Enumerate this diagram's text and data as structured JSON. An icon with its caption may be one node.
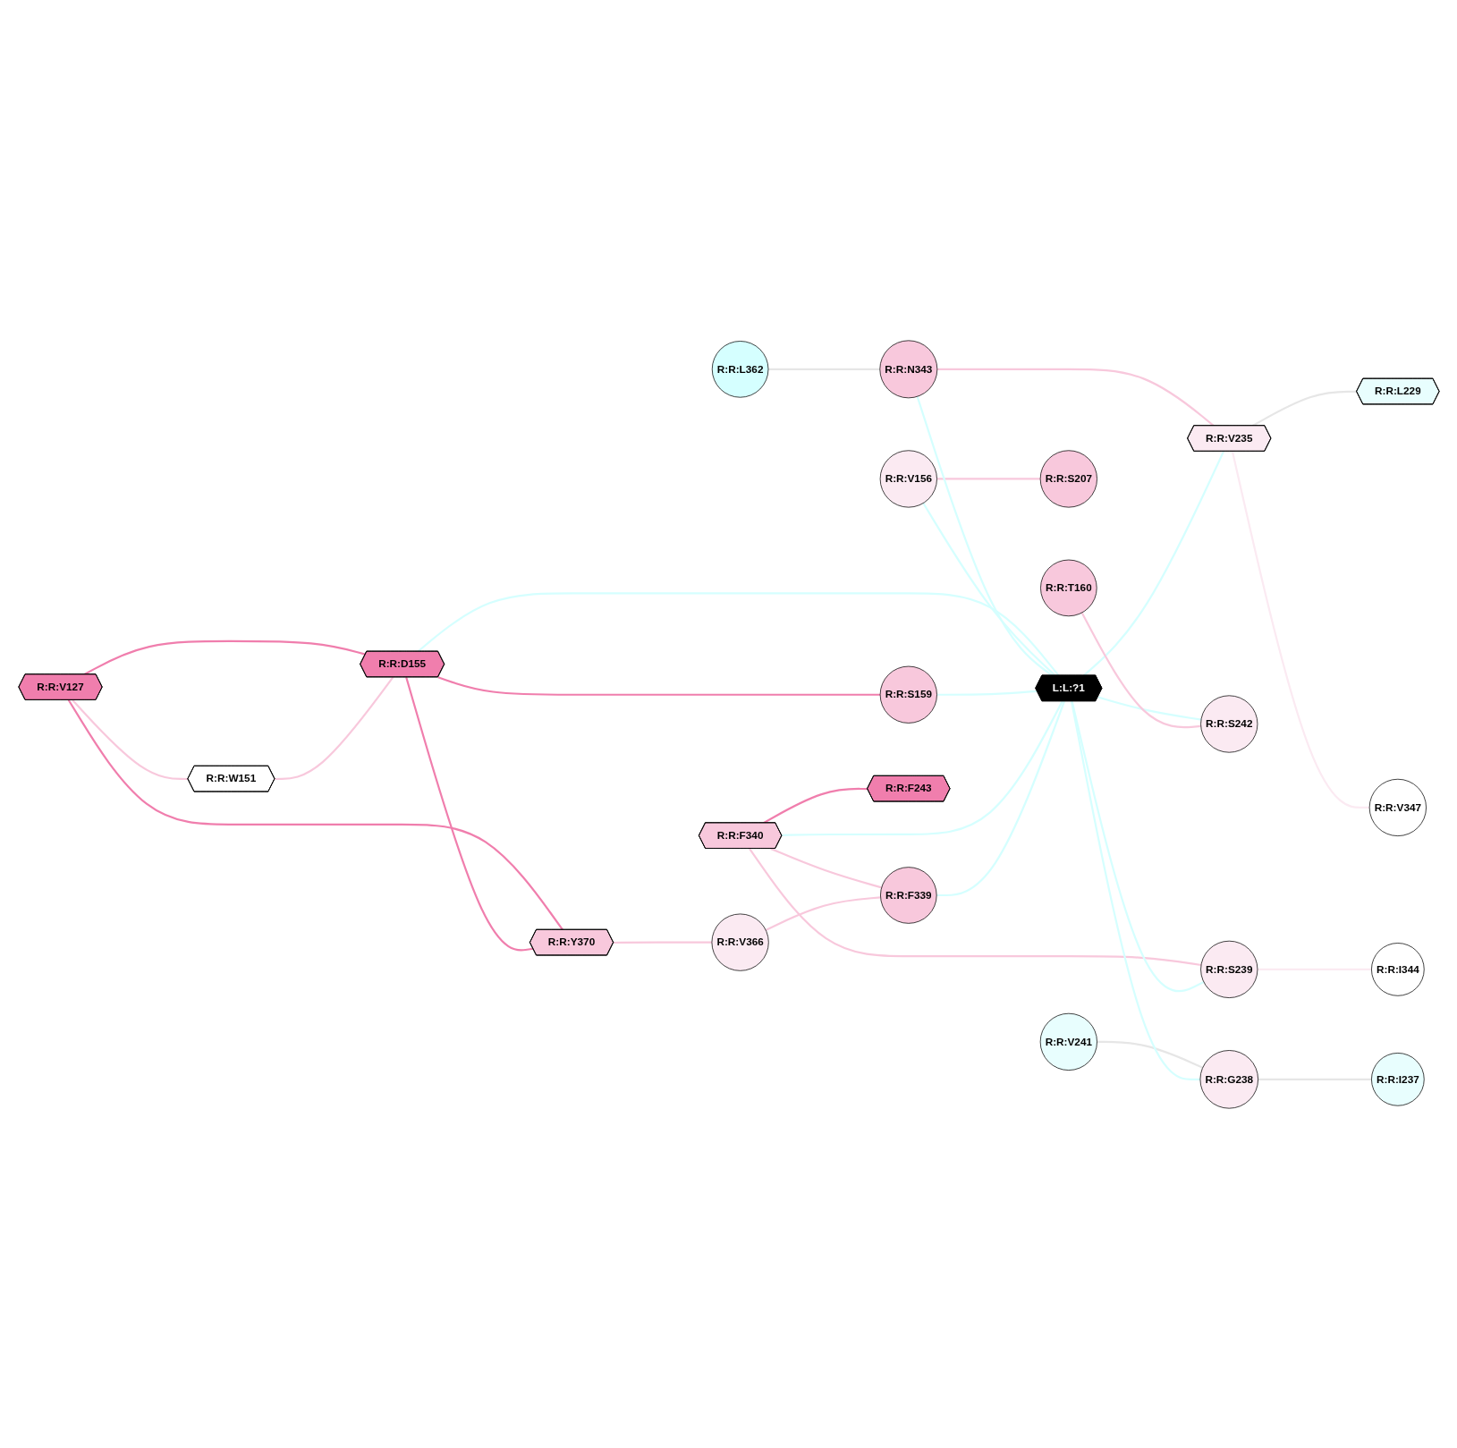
{
  "diagram": {
    "nodes": [
      {
        "text": [
          "R:R:V127"
        ]
      },
      {
        "text": [
          "R:R:V241"
        ]
      },
      {
        "text": [
          "R:R:W151"
        ]
      },
      {
        "text": [
          "R:R:L362"
        ]
      },
      {
        "text": [
          "R:R:D155"
        ]
      },
      {
        "text": [
          "R:R:Y370"
        ]
      },
      {
        "text": [
          "R:R:N343"
        ]
      },
      {
        "text": [
          "R:R:V156"
        ]
      },
      {
        "text": [
          "R:R:S159"
        ]
      },
      {
        "text": [
          "R:R:F340"
        ]
      },
      {
        "text": [
          "R:R:V366"
        ]
      },
      {
        "text": [
          "R:R:S207"
        ]
      },
      {
        "text": [
          "L:L:?1"
        ]
      },
      {
        "text": [
          "R:R:F339"
        ]
      },
      {
        "text": [
          "R:R:V235"
        ]
      },
      {
        "text": [
          "R:R:F243"
        ]
      },
      {
        "text": [
          "R:R:T160"
        ]
      },
      {
        "text": [
          "R:R:S242"
        ]
      },
      {
        "text": [
          "R:R:G238"
        ]
      },
      {
        "text": [
          "R:R:S239"
        ]
      },
      {
        "text": [
          "R:R:I344"
        ]
      },
      {
        "text": [
          "R:R:L229"
        ]
      },
      {
        "text": [
          "R:R:I237"
        ]
      },
      {
        "text": [
          "R:R:V347"
        ]
      }
    ],
    "edges": [
      {
        "from": 0,
        "to": 2,
        "arrow": "none",
        "color": "#f8c8dc"
      },
      {
        "from": 0,
        "to": 4,
        "arrow": "none",
        "color": "#f07ead"
      },
      {
        "from": 0,
        "to": 5,
        "arrow": "none",
        "color": "#f07ead"
      },
      {
        "from": 2,
        "to": 4,
        "arrow": "none",
        "color": "#f8c8dc"
      },
      {
        "from": 4,
        "to": 5,
        "arrow": "none",
        "color": "#f07ead"
      },
      {
        "from": 4,
        "to": 8,
        "arrow": "none",
        "color": "#f07ead"
      },
      {
        "from": 4,
        "to": 12,
        "arrow": "none",
        "color": "#d5ffff"
      },
      {
        "from": 5,
        "to": 10,
        "arrow": "none",
        "color": "#f8c8dc"
      },
      {
        "from": 7,
        "to": 11,
        "arrow": "none",
        "color": "#f8c8dc"
      },
      {
        "from": 7,
        "to": 12,
        "arrow": "none",
        "color": "#d5ffff"
      },
      {
        "from": 1,
        "to": 18,
        "arrow": "none",
        "color": "#e6e6e6"
      },
      {
        "from": 3,
        "to": 6,
        "arrow": "none",
        "color": "#e6e6e6"
      },
      {
        "from": 6,
        "to": 12,
        "arrow": "none",
        "color": "#d5ffff"
      },
      {
        "from": 6,
        "to": 14,
        "arrow": "none",
        "color": "#f8c8dc"
      },
      {
        "from": 8,
        "to": 12,
        "arrow": "none",
        "color": "#d5ffff"
      },
      {
        "from": 9,
        "to": 12,
        "arrow": "none",
        "color": "#d5ffff"
      },
      {
        "from": 9,
        "to": 13,
        "arrow": "none",
        "color": "#f8c8dc"
      },
      {
        "from": 9,
        "to": 15,
        "arrow": "none",
        "color": "#f07ead"
      },
      {
        "from": 9,
        "to": 19,
        "arrow": "none",
        "color": "#f8c8dc"
      },
      {
        "from": 10,
        "to": 13,
        "arrow": "none",
        "color": "#f8c8dc"
      },
      {
        "from": 12,
        "to": 13,
        "arrow": "none",
        "color": "#d5ffff"
      },
      {
        "from": 12,
        "to": 14,
        "arrow": "none",
        "color": "#d5ffff"
      },
      {
        "from": 12,
        "to": 17,
        "arrow": "none",
        "color": "#d5ffff"
      },
      {
        "from": 12,
        "to": 19,
        "arrow": "none",
        "color": "#d5ffff"
      },
      {
        "from": 12,
        "to": 18,
        "arrow": "none",
        "color": "#d5ffff"
      },
      {
        "from": 14,
        "to": 21,
        "arrow": "none",
        "color": "#e6e6e6"
      },
      {
        "from": 14,
        "to": 23,
        "arrow": "none",
        "color": "#fbeaf2"
      },
      {
        "from": 16,
        "to": 17,
        "arrow": "none",
        "color": "#f8c8dc"
      },
      {
        "from": 19,
        "to": 20,
        "arrow": "none",
        "color": "#fbeaf2"
      },
      {
        "from": 18,
        "to": 22,
        "arrow": "none",
        "color": "#e6e6e6"
      }
    ]
  }
}
